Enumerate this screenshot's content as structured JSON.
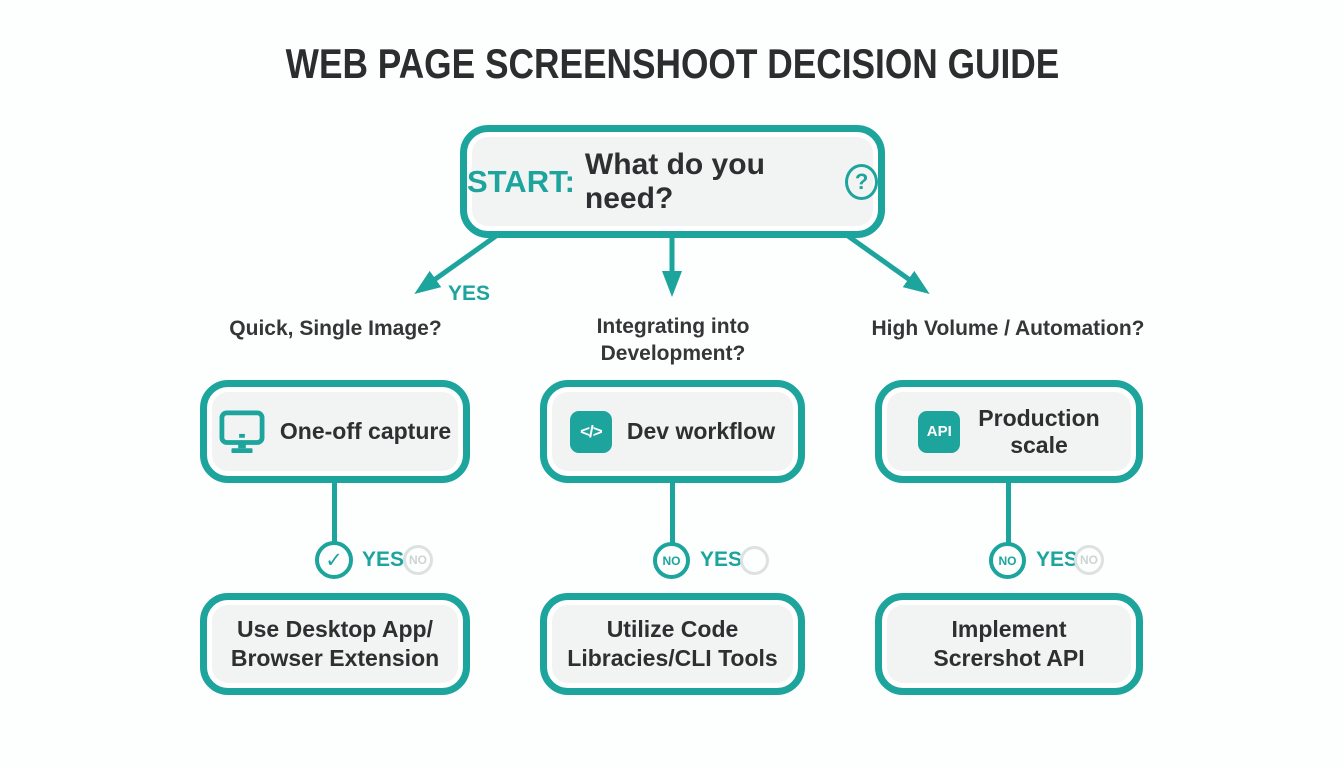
{
  "palette": {
    "teal": "#1ca49d",
    "box_fill": "#f2f4f4",
    "text_dark": "#2e2f30",
    "faded_gray": "#dbe2e1"
  },
  "title": "WEB PAGE SCREENSHOOT DECISION GUIDE",
  "start": {
    "prefix": "START:",
    "question": "What do you need?",
    "help_glyph": "?"
  },
  "branch_yes_label": "YES",
  "columns": [
    {
      "question_lines": [
        "Quick, Single Image?"
      ],
      "option": {
        "icon": "monitor-icon",
        "label_lines": [
          "One-off capture"
        ]
      },
      "selector": {
        "left_glyph": "✓",
        "yes_label": "YES",
        "right_glyph": "NO"
      },
      "result_lines": [
        "Use Desktop App/",
        "Browser Extension"
      ]
    },
    {
      "question_lines": [
        "Integrating into",
        "Development?"
      ],
      "option": {
        "icon": "code-icon",
        "icon_glyph": "</>",
        "label_lines": [
          "Dev workflow"
        ]
      },
      "selector": {
        "left_glyph": "NO",
        "yes_label": "YES",
        "right_glyph": ""
      },
      "result_lines": [
        "Utilize Code",
        "Libracies/CLI Tools"
      ]
    },
    {
      "question_lines": [
        "High Volume / Automation?"
      ],
      "option": {
        "icon": "api-icon",
        "icon_glyph": "API",
        "label_lines": [
          "Production",
          "scale"
        ]
      },
      "selector": {
        "left_glyph": "NO",
        "yes_label": "YES",
        "right_glyph": "NO"
      },
      "result_lines": [
        "Implement",
        "Scrershot API"
      ]
    }
  ]
}
